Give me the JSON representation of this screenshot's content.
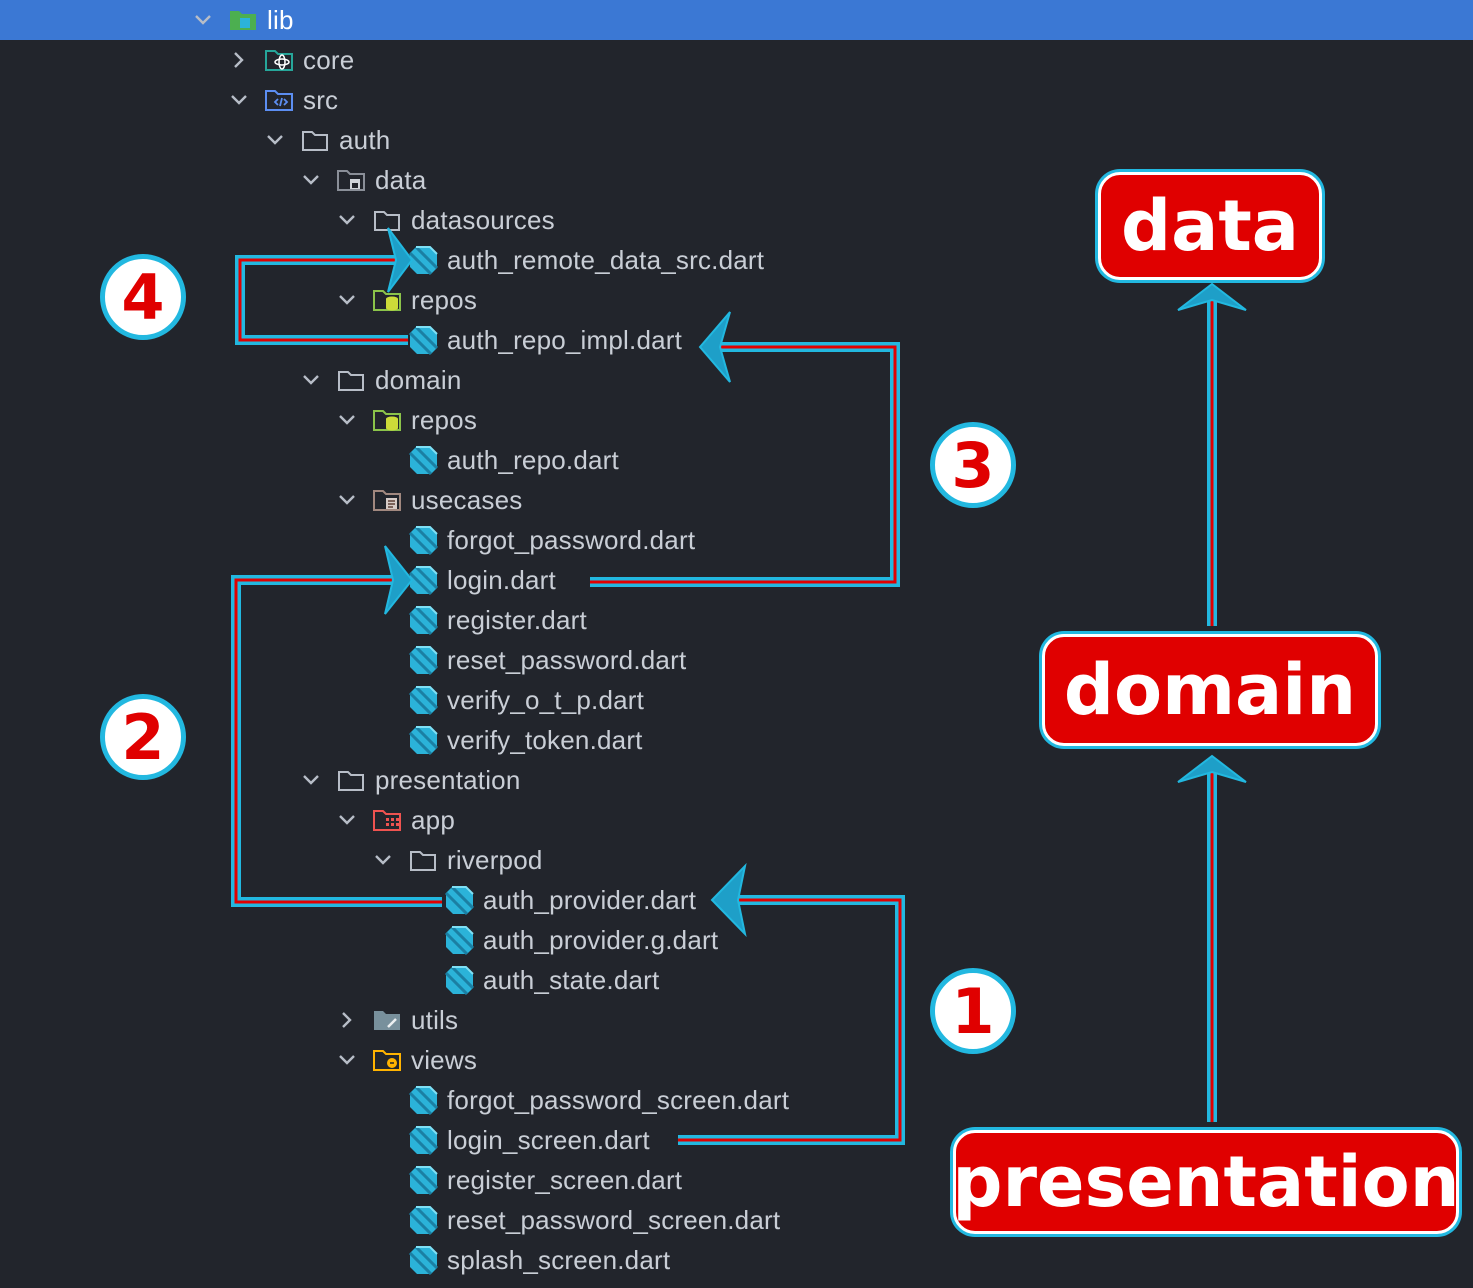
{
  "tree": [
    {
      "label": "lib",
      "depth": 0,
      "chevron": "down",
      "icon": "folder-lib",
      "selected": true
    },
    {
      "label": "core",
      "depth": 1,
      "chevron": "right",
      "icon": "folder-core"
    },
    {
      "label": "src",
      "depth": 1,
      "chevron": "down",
      "icon": "folder-src"
    },
    {
      "label": "auth",
      "depth": 2,
      "chevron": "down",
      "icon": "folder"
    },
    {
      "label": "data",
      "depth": 3,
      "chevron": "down",
      "icon": "folder-data"
    },
    {
      "label": "datasources",
      "depth": 4,
      "chevron": "down",
      "icon": "folder"
    },
    {
      "label": "auth_remote_data_src.dart",
      "depth": 5,
      "icon": "dart-file"
    },
    {
      "label": "repos",
      "depth": 4,
      "chevron": "down",
      "icon": "folder-repos"
    },
    {
      "label": "auth_repo_impl.dart",
      "depth": 5,
      "icon": "dart-file"
    },
    {
      "label": "domain",
      "depth": 3,
      "chevron": "down",
      "icon": "folder"
    },
    {
      "label": "repos",
      "depth": 4,
      "chevron": "down",
      "icon": "folder-repos"
    },
    {
      "label": "auth_repo.dart",
      "depth": 5,
      "icon": "dart-file"
    },
    {
      "label": "usecases",
      "depth": 4,
      "chevron": "down",
      "icon": "folder-usecases"
    },
    {
      "label": "forgot_password.dart",
      "depth": 5,
      "icon": "dart-file"
    },
    {
      "label": "login.dart",
      "depth": 5,
      "icon": "dart-file"
    },
    {
      "label": "register.dart",
      "depth": 5,
      "icon": "dart-file"
    },
    {
      "label": "reset_password.dart",
      "depth": 5,
      "icon": "dart-file"
    },
    {
      "label": "verify_o_t_p.dart",
      "depth": 5,
      "icon": "dart-file"
    },
    {
      "label": "verify_token.dart",
      "depth": 5,
      "icon": "dart-file"
    },
    {
      "label": "presentation",
      "depth": 3,
      "chevron": "down",
      "icon": "folder"
    },
    {
      "label": "app",
      "depth": 4,
      "chevron": "down",
      "icon": "folder-app"
    },
    {
      "label": "riverpod",
      "depth": 5,
      "chevron": "down",
      "icon": "folder"
    },
    {
      "label": "auth_provider.dart",
      "depth": 6,
      "icon": "dart-file"
    },
    {
      "label": "auth_provider.g.dart",
      "depth": 6,
      "icon": "dart-file"
    },
    {
      "label": "auth_state.dart",
      "depth": 6,
      "icon": "dart-file"
    },
    {
      "label": "utils",
      "depth": 4,
      "chevron": "right",
      "icon": "folder-utils"
    },
    {
      "label": "views",
      "depth": 4,
      "chevron": "down",
      "icon": "folder-views"
    },
    {
      "label": "forgot_password_screen.dart",
      "depth": 5,
      "icon": "dart-file"
    },
    {
      "label": "login_screen.dart",
      "depth": 5,
      "icon": "dart-file"
    },
    {
      "label": "register_screen.dart",
      "depth": 5,
      "icon": "dart-file"
    },
    {
      "label": "reset_password_screen.dart",
      "depth": 5,
      "icon": "dart-file"
    },
    {
      "label": "splash_screen.dart",
      "depth": 5,
      "icon": "dart-file"
    }
  ],
  "layers": {
    "data": "data",
    "domain": "domain",
    "presentation": "presentation"
  },
  "steps": [
    "1",
    "2",
    "3",
    "4"
  ],
  "colors": {
    "background": "#22252c",
    "selection": "#3b78d4",
    "text": "#c9ced6",
    "arrow_red": "#e00000",
    "arrow_cyan": "#22b8e0",
    "dart_teal": "#2bb3d9"
  }
}
